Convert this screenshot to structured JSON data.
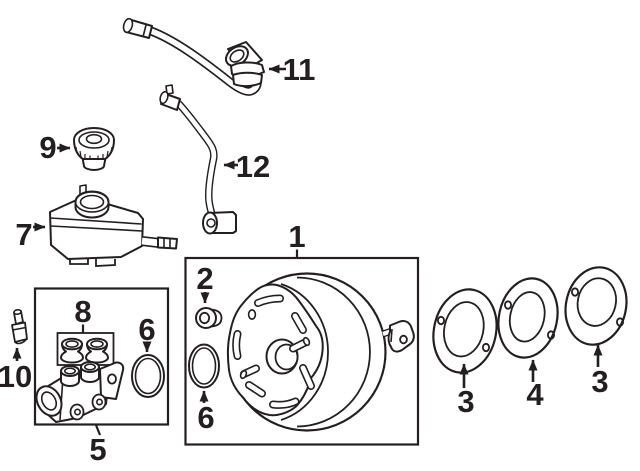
{
  "diagram": {
    "background_color": "#ffffff",
    "line_color": "#231f20",
    "callouts": {
      "c1": "1",
      "c2": "2",
      "c3": "3",
      "c4": "4",
      "c5": "5",
      "c6": "6",
      "c7": "7",
      "c8": "8",
      "c9": "9",
      "c10": "10",
      "c11": "11",
      "c12": "12"
    }
  }
}
